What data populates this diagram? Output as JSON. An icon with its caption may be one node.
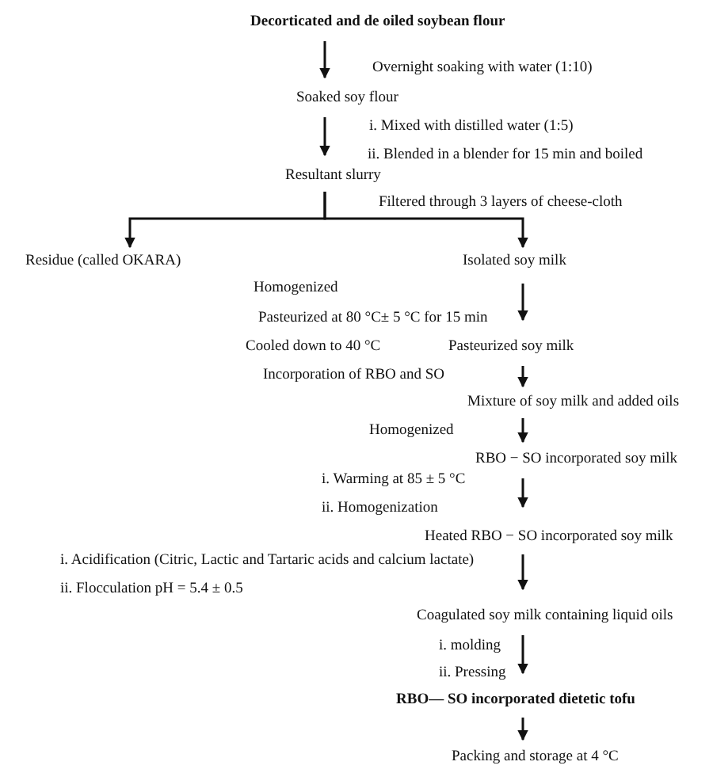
{
  "diagram": {
    "nodes": [
      {
        "text": [
          "Decorticated and de oiled soybean flour"
        ]
      },
      {
        "text": [
          "Soaked soy flour"
        ]
      },
      {
        "text": [
          "Resultant slurry"
        ]
      },
      {
        "text": [
          "Residue (called OKARA)"
        ]
      },
      {
        "text": [
          "Isolated soy milk"
        ]
      },
      {
        "text": [
          "Pasteurized soy milk"
        ]
      },
      {
        "text": [
          "Mixture of soy milk and added oils"
        ]
      },
      {
        "text": [
          "RBO − SO incorporated soy milk"
        ]
      },
      {
        "text": [
          "Heated RBO − SO incorporated soy milk"
        ]
      },
      {
        "text": [
          "Coagulated soy milk containing liquid oils"
        ]
      },
      {
        "text": [
          "RBO— SO incorporated dietetic tofu"
        ]
      },
      {
        "text": [
          "Packing and storage at 4 °C"
        ]
      }
    ],
    "edges": [
      {
        "from": 0,
        "to": 1,
        "arrow": "to"
      },
      {
        "from": 1,
        "to": 2,
        "arrow": "to"
      },
      {
        "from": 2,
        "to": 3,
        "arrow": "to"
      },
      {
        "from": 2,
        "to": 4,
        "arrow": "to"
      },
      {
        "from": 4,
        "to": 5,
        "arrow": "to"
      },
      {
        "from": 5,
        "to": 6,
        "arrow": "to"
      },
      {
        "from": 6,
        "to": 7,
        "arrow": "to"
      },
      {
        "from": 7,
        "to": 8,
        "arrow": "to"
      },
      {
        "from": 8,
        "to": 9,
        "arrow": "to"
      },
      {
        "from": 9,
        "to": 10,
        "arrow": "to"
      },
      {
        "from": 10,
        "to": 11,
        "arrow": "to"
      }
    ],
    "labels": [
      "Overnight soaking with water (1:10)",
      "i. Mixed with distilled water (1:5)",
      "ii. Blended in a blender for 15 min and boiled",
      "Filtered through 3 layers of cheese-cloth",
      "Homogenized",
      "Pasteurized at 80 °C± 5 °C for 15 min",
      "Cooled down to 40 °C",
      "Incorporation of RBO and SO",
      "Homogenized",
      "i. Warming at 85 ± 5 °C",
      "ii. Homogenization",
      "i. Acidification (Citric, Lactic and Tartaric acids and calcium lactate)",
      "ii. Flocculation pH = 5.4 ± 0.5",
      "i. molding",
      "ii. Pressing"
    ]
  }
}
